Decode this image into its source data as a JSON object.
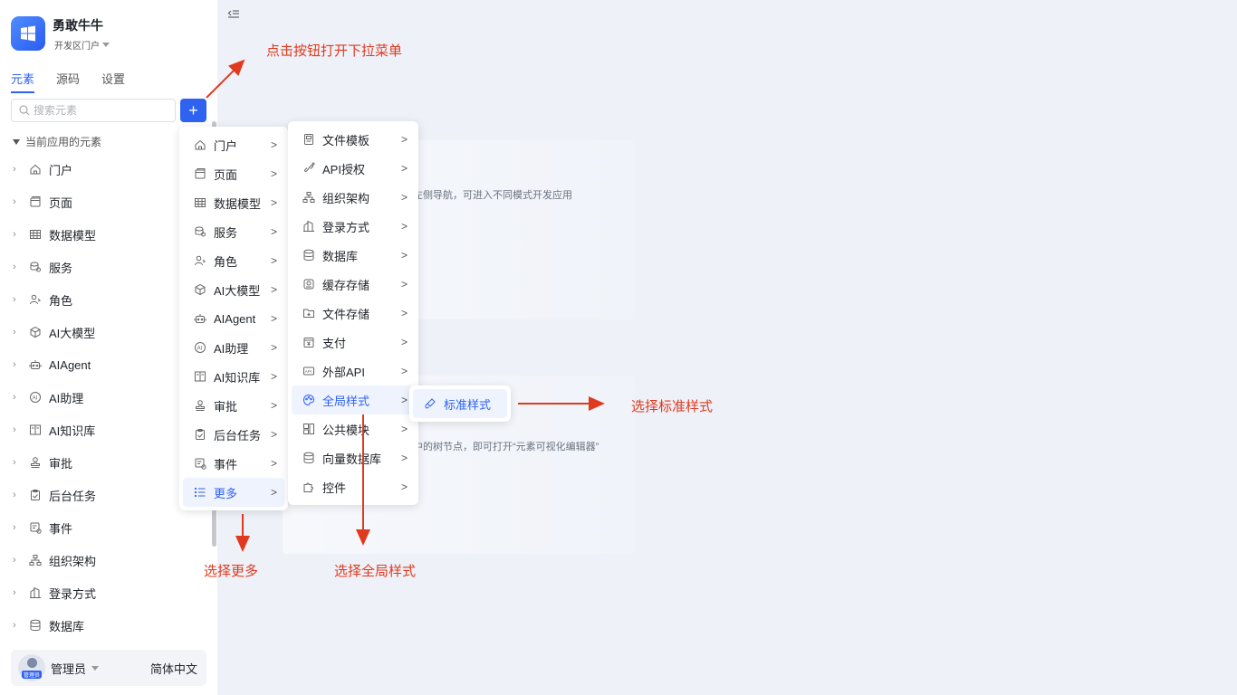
{
  "app": {
    "name": "勇敢牛牛",
    "portal": "开发区门户"
  },
  "tabs": [
    "元素",
    "源码",
    "设置"
  ],
  "search": {
    "placeholder": "搜索元素"
  },
  "add_button": "+",
  "tree": {
    "header": "当前应用的元素",
    "items": [
      {
        "label": "门户",
        "icon": "home-icon"
      },
      {
        "label": "页面",
        "icon": "page-icon"
      },
      {
        "label": "数据模型",
        "icon": "table-icon"
      },
      {
        "label": "服务",
        "icon": "service-icon"
      },
      {
        "label": "角色",
        "icon": "role-icon"
      },
      {
        "label": "AI大模型",
        "icon": "cube-icon"
      },
      {
        "label": "AIAgent",
        "icon": "robot-icon"
      },
      {
        "label": "AI助理",
        "icon": "ai-assistant-icon"
      },
      {
        "label": "AI知识库",
        "icon": "book-icon"
      },
      {
        "label": "审批",
        "icon": "stamp-icon"
      },
      {
        "label": "后台任务",
        "icon": "clipboard-icon"
      },
      {
        "label": "事件",
        "icon": "event-icon"
      },
      {
        "label": "组织架构",
        "icon": "org-icon"
      },
      {
        "label": "登录方式",
        "icon": "building-icon"
      },
      {
        "label": "数据库",
        "icon": "database-icon"
      }
    ]
  },
  "user": {
    "name": "管理员",
    "avatar_label": "管理员",
    "language": "简体中文"
  },
  "menu1": [
    {
      "label": "门户",
      "icon": "home-icon"
    },
    {
      "label": "页面",
      "icon": "page-icon"
    },
    {
      "label": "数据模型",
      "icon": "table-icon"
    },
    {
      "label": "服务",
      "icon": "service-icon"
    },
    {
      "label": "角色",
      "icon": "role-icon"
    },
    {
      "label": "AI大模型",
      "icon": "cube-icon"
    },
    {
      "label": "AIAgent",
      "icon": "robot-icon"
    },
    {
      "label": "AI助理",
      "icon": "ai-assistant-icon"
    },
    {
      "label": "AI知识库",
      "icon": "book-icon"
    },
    {
      "label": "审批",
      "icon": "stamp-icon"
    },
    {
      "label": "后台任务",
      "icon": "clipboard-icon"
    },
    {
      "label": "事件",
      "icon": "event-icon"
    },
    {
      "label": "更多",
      "icon": "list-icon"
    }
  ],
  "menu2": [
    {
      "label": "文件模板",
      "icon": "file-template-icon"
    },
    {
      "label": "API授权",
      "icon": "link-icon"
    },
    {
      "label": "组织架构",
      "icon": "org-icon"
    },
    {
      "label": "登录方式",
      "icon": "building-icon"
    },
    {
      "label": "数据库",
      "icon": "database-icon"
    },
    {
      "label": "缓存存储",
      "icon": "cache-icon"
    },
    {
      "label": "文件存储",
      "icon": "folder-icon"
    },
    {
      "label": "支付",
      "icon": "payment-icon"
    },
    {
      "label": "外部API",
      "icon": "api-icon"
    },
    {
      "label": "全局样式",
      "icon": "palette-icon"
    },
    {
      "label": "公共模块",
      "icon": "module-icon"
    },
    {
      "label": "向量数据库",
      "icon": "vector-db-icon"
    },
    {
      "label": "控件",
      "icon": "puzzle-icon"
    }
  ],
  "menu3": [
    {
      "label": "标准样式",
      "icon": "brush-icon"
    }
  ],
  "background": {
    "text1": "左侧导航，可进入不同模式开发应用",
    "text2": "中的树节点，即可打开“元素可视化编辑器”"
  },
  "annotations": {
    "a1": "点击按钮打开下拉菜单",
    "a2": "选择标准样式",
    "a3": "选择更多",
    "a4": "选择全局样式"
  },
  "colors": {
    "accent": "#2f62f0",
    "annotation": "#e03a1e"
  }
}
